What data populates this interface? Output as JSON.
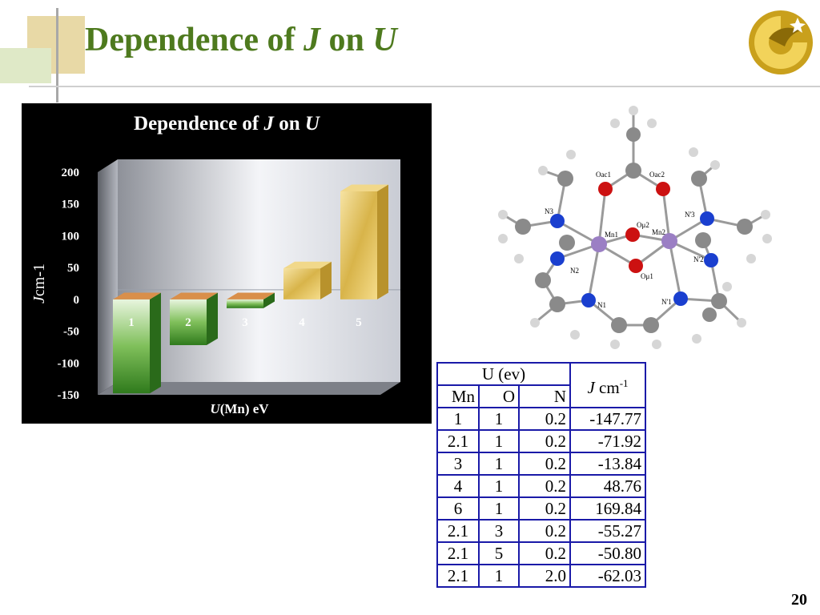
{
  "slide": {
    "title_prefix": "Dependence of ",
    "title_var1": "J",
    "title_mid": " on ",
    "title_var2": "U",
    "page_number": "20"
  },
  "chart_data": {
    "type": "bar",
    "title_prefix": "Dependence of ",
    "title_var1": "J",
    "title_mid": " on ",
    "title_var2": "U",
    "categories": [
      "1",
      "2",
      "3",
      "4",
      "5"
    ],
    "values": [
      -147.77,
      -71.92,
      -13.84,
      48.76,
      169.84
    ],
    "ylim": [
      -150,
      200
    ],
    "yticks": [
      "200",
      "150",
      "100",
      "50",
      "0",
      "-50",
      "-100",
      "-150"
    ],
    "ylabel_var": "J",
    "ylabel_unit": "cm-1",
    "xlabel_var": "U",
    "xlabel_unit": "(Mn) eV",
    "grid": false,
    "colors": {
      "negative": "#3f8f2c",
      "positive": "#d8b44a",
      "background": "#000000",
      "text": "#ffffff"
    }
  },
  "molecule": {
    "labels": {
      "oac1": "Oac1",
      "oac2": "Oac2",
      "omu2": "Oμ2",
      "omu1": "Oμ1",
      "mn1": "Mn1",
      "mn2": "Mn2",
      "n1": "N1",
      "n2": "N2",
      "n3": "N3",
      "np1": "N'1",
      "np2": "N'2",
      "np3": "N'3"
    }
  },
  "table": {
    "group_header": "U (ev)",
    "col_mn": "Mn",
    "col_o": "O",
    "col_n": "N",
    "col_j_var": "J",
    "col_j_unit": " cm",
    "col_j_sup": "-1",
    "rows": [
      {
        "mn": "1",
        "o": "1",
        "n": "0.2",
        "j": "-147.77"
      },
      {
        "mn": "2.1",
        "o": "1",
        "n": "0.2",
        "j": "-71.92"
      },
      {
        "mn": "3",
        "o": "1",
        "n": "0.2",
        "j": "-13.84"
      },
      {
        "mn": "4",
        "o": "1",
        "n": "0.2",
        "j": "48.76"
      },
      {
        "mn": "6",
        "o": "1",
        "n": "0.2",
        "j": "169.84"
      },
      {
        "mn": "2.1",
        "o": "3",
        "n": "0.2",
        "j": "-55.27"
      },
      {
        "mn": "2.1",
        "o": "5",
        "n": "0.2",
        "j": "-50.80"
      },
      {
        "mn": "2.1",
        "o": "1",
        "n": "2.0",
        "j": "-62.03"
      }
    ]
  },
  "colors": {
    "title": "#4e7a1e",
    "table_border": "#1a1aa8",
    "logo": "#c9a01c"
  }
}
